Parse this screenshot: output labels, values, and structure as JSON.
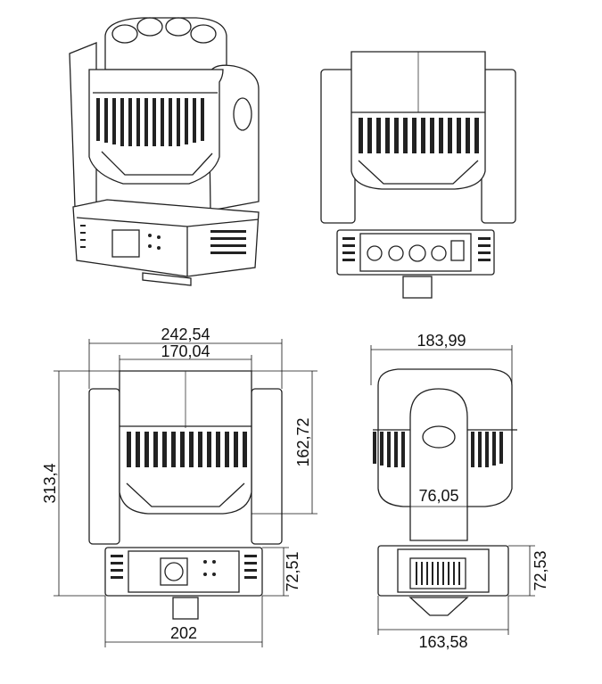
{
  "dimensions": {
    "front_overall_width": "242,54",
    "front_head_width": "170,04",
    "front_arm_height": "162,72",
    "front_total_height": "313,4",
    "front_base_height": "72,51",
    "front_base_width": "202",
    "side_head_width": "183,99",
    "side_arm_width": "76,05",
    "side_base_height": "72,53",
    "side_base_width": "163,58"
  }
}
